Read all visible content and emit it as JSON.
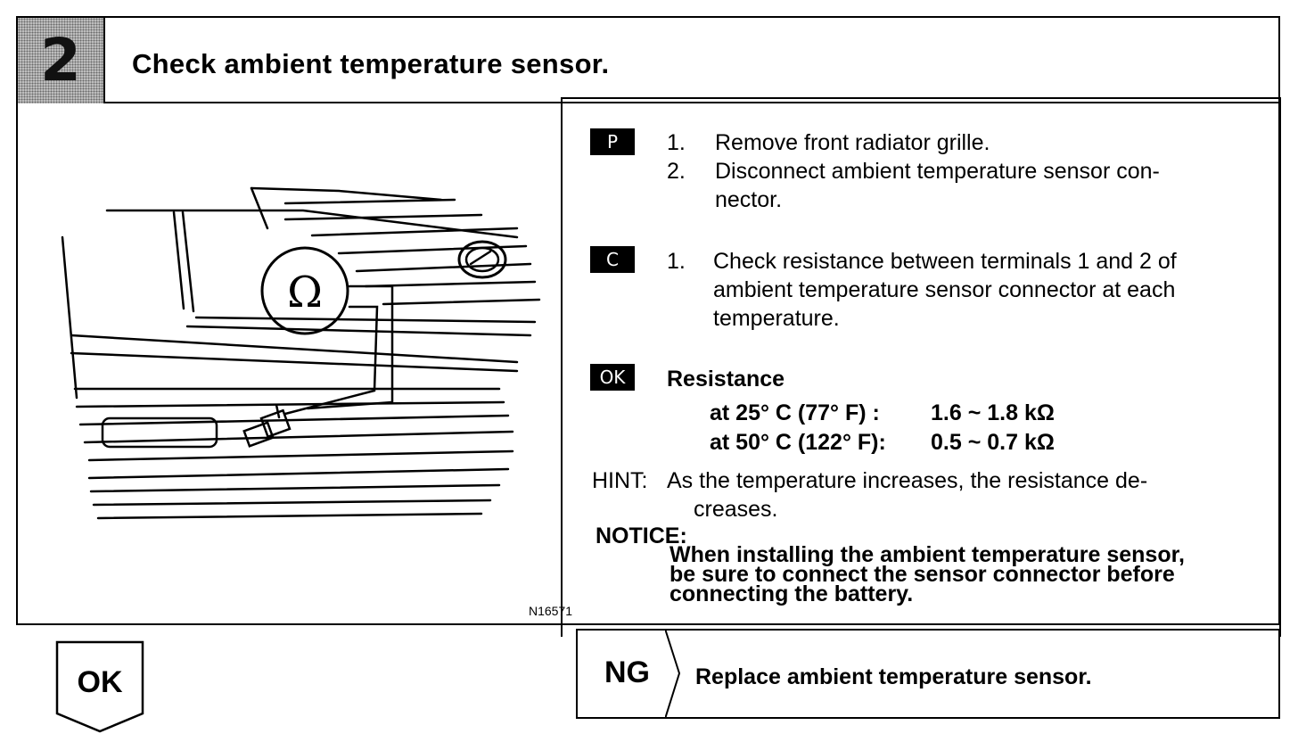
{
  "step": {
    "number": "2",
    "title": "Check ambient temperature sensor."
  },
  "figure": {
    "code": "N16571",
    "symbol": "Ω"
  },
  "prepare": {
    "tag": "P",
    "items": [
      {
        "num": "1.",
        "text": "Remove front radiator grille."
      },
      {
        "num": "2.",
        "text": "Disconnect ambient temperature sensor con-",
        "text2": "nector."
      }
    ]
  },
  "check": {
    "tag": "C",
    "num": "1.",
    "lines": [
      "Check resistance between terminals 1 and 2 of",
      "ambient temperature sensor connector at each",
      "temperature."
    ]
  },
  "ok_spec": {
    "tag": "OK",
    "heading": "Resistance",
    "rows": [
      {
        "cond": "at 25° C (77° F)  :",
        "value": "1.6 ~ 1.8 kΩ"
      },
      {
        "cond": "at 50° C (122° F):",
        "value": "0.5 ~ 0.7 kΩ"
      }
    ]
  },
  "hint": {
    "label": "HINT:",
    "line1": "As the temperature increases, the resistance de-",
    "line2": "creases."
  },
  "notice": {
    "label": "NOTICE:",
    "lines": [
      "When installing the ambient temperature sensor,",
      "be sure to connect the sensor connector before",
      "connecting the battery."
    ]
  },
  "ng": {
    "label": "NG",
    "text": "Replace ambient temperature sensor."
  },
  "ok": {
    "label": "OK"
  }
}
